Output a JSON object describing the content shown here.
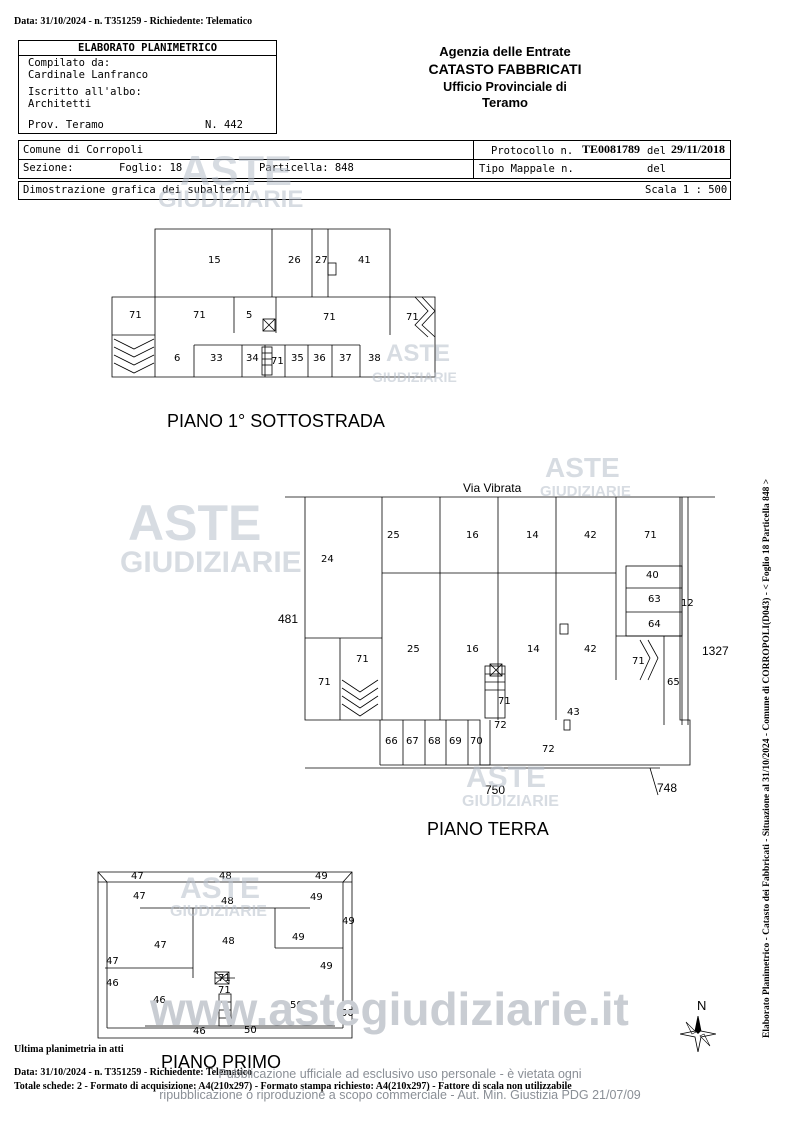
{
  "header_line": "Data: 31/10/2024 - n. T351259 - Richiedente: Telematico",
  "left_block": {
    "title": "ELABORATO PLANIMETRICO",
    "compilato_label": "Compilato da:",
    "compilato_name": "Cardinale Lanfranco",
    "iscritto_label": "Iscritto all'albo:",
    "iscritto_value": "Architetti",
    "prov": "Prov. Teramo",
    "number": "N. 442"
  },
  "agency": {
    "line1": "Agenzia delle Entrate",
    "line2": "CATASTO FABBRICATI",
    "line3": "Ufficio Provinciale di",
    "line4": "Teramo"
  },
  "info_row": {
    "comune": "Comune di Corropoli",
    "sezione": "Sezione:",
    "foglio": "Foglio: 18",
    "particella": "Particella: 848",
    "protocollo_label": "Protocollo n.",
    "protocollo_value": "TE0081789",
    "del_label": "del",
    "del_value": "29/11/2018",
    "tipo_mappale": "Tipo Mappale n.",
    "del2": "del"
  },
  "demo_row": {
    "label": "Dimostrazione grafica dei subalterni",
    "scala": "Scala 1 : 500"
  },
  "plans": {
    "sottostrada": {
      "title": "PIANO 1° SOTTOSTRADA",
      "labels": [
        "15",
        "26",
        "27",
        "41",
        "71",
        "71",
        "5",
        "71",
        "71",
        "6",
        "33",
        "34",
        "71",
        "35",
        "36",
        "37",
        "38"
      ]
    },
    "terra": {
      "title": "PIANO TERRA",
      "street": "Via Vibrata",
      "labels": [
        "25",
        "16",
        "14",
        "42",
        "71",
        "24",
        "40",
        "63",
        "12",
        "64",
        "481",
        "25",
        "16",
        "14",
        "42",
        "1327",
        "71",
        "71",
        "71",
        "65",
        "71",
        "72",
        "43",
        "66",
        "67",
        "68",
        "69",
        "70",
        "72",
        "750",
        "748"
      ]
    },
    "primo": {
      "title": "PIANO PRIMO",
      "labels": [
        "47",
        "48",
        "49",
        "47",
        "48",
        "49",
        "49",
        "47",
        "48",
        "49",
        "47",
        "49",
        "46",
        "71",
        "71",
        "46",
        "50",
        "46",
        "50",
        "50"
      ]
    }
  },
  "side_text": "Elaborato Planimetrico - Catasto dei Fabbricati - Situazione al 31/10/2024 - Comune di CORROPOLI(D043) - < Foglio 18 Particella 848 >",
  "north_label": "N",
  "footer": {
    "ultima": "Ultima planimetria in atti",
    "line1": "Data: 31/10/2024 - n. T351259 - Richiedente: Telematico",
    "line2": "Totale schede: 2 - Formato di acquisizione: A4(210x297) - Formato stampa richiesto: A4(210x297) - Fattore di scala non utilizzabile"
  },
  "watermark": {
    "aste": "ASTE",
    "giudiziarie": "GIUDIZIARIE",
    "site": "www.astegiudiziarie.it",
    "legal1": "Pubblicazione ufficiale ad esclusivo uso personale - è vietata ogni",
    "legal2": "ripubblicazione o riproduzione a scopo commerciale - Aut. Min. Giustizia PDG 21/07/09"
  },
  "colors": {
    "watermark": "#b8c0cc",
    "ink": "#000000"
  }
}
